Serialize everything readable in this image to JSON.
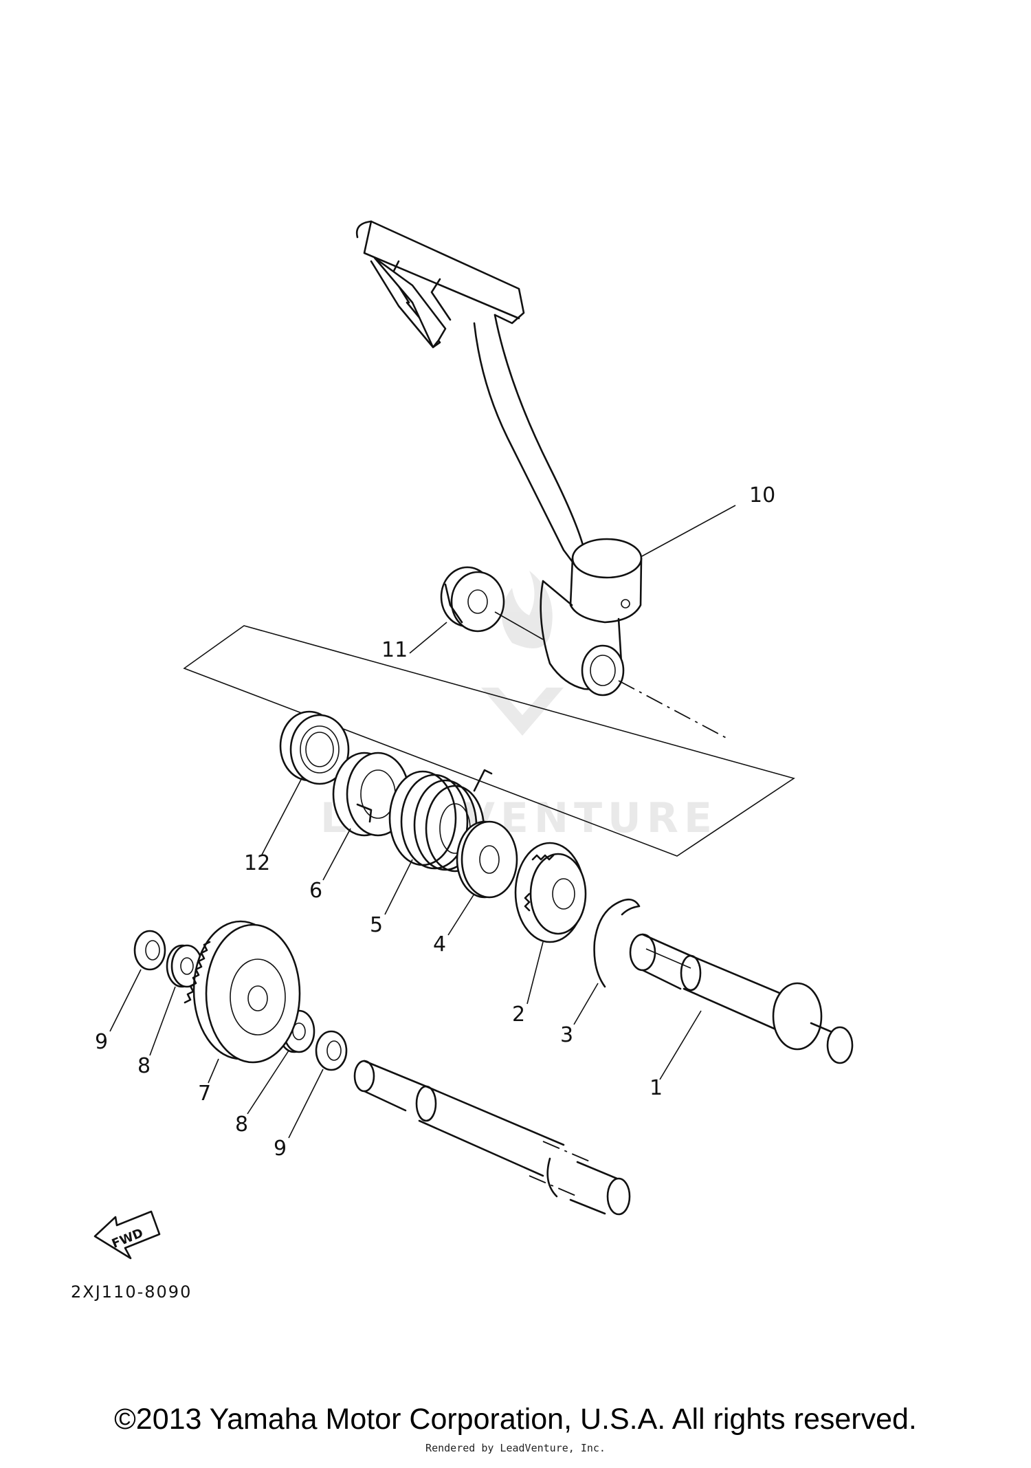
{
  "diagram": {
    "callouts": {
      "c1": "1",
      "c2": "2",
      "c3": "3",
      "c4": "4",
      "c5": "5",
      "c6": "6",
      "c7": "7",
      "c8a": "8",
      "c8b": "8",
      "c9a": "9",
      "c9b": "9",
      "c10": "10",
      "c11": "11",
      "c12": "12"
    },
    "fwd_label": "FWD",
    "drawing_code": "2XJ110-8090",
    "watermark": "LEADVENTURE"
  },
  "footer": {
    "copyright": "©2013 Yamaha Motor Corporation, U.S.A. All rights reserved.",
    "rendered_by": "Rendered by LeadVenture, Inc."
  }
}
